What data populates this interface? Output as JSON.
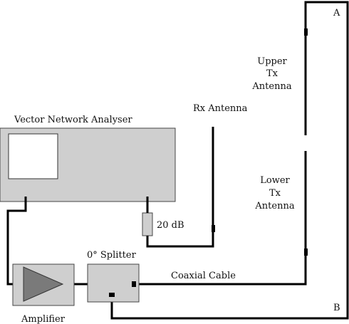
{
  "labels": {
    "vna": "Vector Network Analyser",
    "rx_antenna": "Rx Antenna",
    "upper_tx": [
      "Upper",
      "Tx",
      "Antenna"
    ],
    "lower_tx": [
      "Lower",
      "Tx",
      "Antenna"
    ],
    "attenuator": "20 dB",
    "splitter": "0° Splitter",
    "coax": "Coaxial Cable",
    "amplifier": "Amplifier",
    "point_a": "A",
    "point_b": "B"
  },
  "colors": {
    "box_fill": "#cfcfcf",
    "amp_triangle": "#7a7a7a",
    "wire": "#000000"
  }
}
